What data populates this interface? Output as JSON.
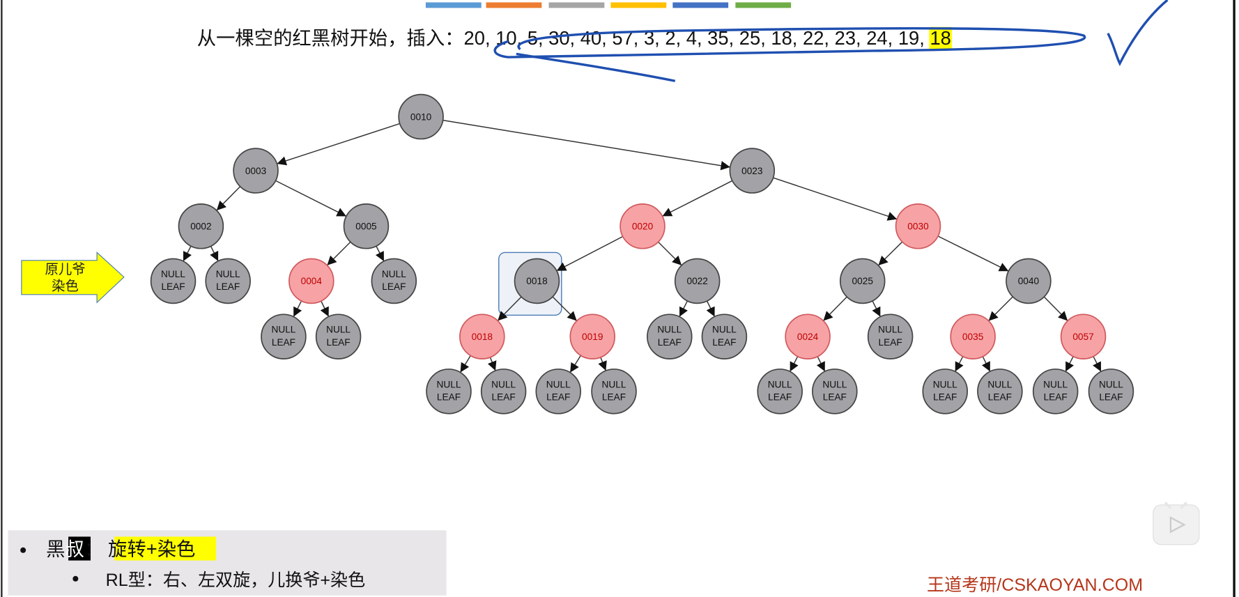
{
  "header": {
    "color_bars": [
      "#5b9bd5",
      "#ed7d31",
      "#a5a5a5",
      "#ffc000",
      "#4472c4",
      "#70ad47"
    ],
    "prompt": "从一棵空的红黑树开始，插入：",
    "sequence": "20, 10, 5, 30, 40, 57, 3, 2, 4, 35, 25, 18, 22, 23, 24, 19, ",
    "current": "18",
    "highlight_color": "#ffff00"
  },
  "callout": {
    "line1": "原儿爷",
    "line2": "染色",
    "color": "#ffff00"
  },
  "tree": {
    "colors": {
      "black": "#a3a2a6",
      "red": "#f7a3a6",
      "red_text": "#c00000"
    },
    "null_line1": "NULL",
    "null_line2": "LEAF",
    "nodes": [
      {
        "label": "0010",
        "color": "black",
        "parent": null
      },
      {
        "label": "0003",
        "color": "black",
        "parent": 0
      },
      {
        "label": "0023",
        "color": "black",
        "parent": 0
      },
      {
        "label": "0002",
        "color": "black",
        "parent": 1
      },
      {
        "label": "0005",
        "color": "black",
        "parent": 1
      },
      {
        "label": "0020",
        "color": "red",
        "parent": 2
      },
      {
        "label": "0030",
        "color": "red",
        "parent": 2
      },
      {
        "label": "NULL",
        "color": "null",
        "parent": 3
      },
      {
        "label": "NULL",
        "color": "null",
        "parent": 3
      },
      {
        "label": "0004",
        "color": "red",
        "parent": 4
      },
      {
        "label": "NULL",
        "color": "null",
        "parent": 4
      },
      {
        "label": "0018",
        "color": "black",
        "parent": 5,
        "selected": true
      },
      {
        "label": "0022",
        "color": "black",
        "parent": 5
      },
      {
        "label": "0025",
        "color": "black",
        "parent": 6
      },
      {
        "label": "0040",
        "color": "black",
        "parent": 6
      },
      {
        "label": "NULL",
        "color": "null",
        "parent": 9
      },
      {
        "label": "NULL",
        "color": "null",
        "parent": 9
      },
      {
        "label": "0018",
        "color": "red",
        "parent": 11
      },
      {
        "label": "0019",
        "color": "red",
        "parent": 11
      },
      {
        "label": "NULL",
        "color": "null",
        "parent": 12
      },
      {
        "label": "NULL",
        "color": "null",
        "parent": 12
      },
      {
        "label": "0024",
        "color": "red",
        "parent": 13
      },
      {
        "label": "NULL",
        "color": "null",
        "parent": 13
      },
      {
        "label": "0035",
        "color": "red",
        "parent": 14
      },
      {
        "label": "0057",
        "color": "red",
        "parent": 14
      },
      {
        "label": "NULL",
        "color": "null",
        "parent": 17
      },
      {
        "label": "NULL",
        "color": "null",
        "parent": 17
      },
      {
        "label": "NULL",
        "color": "null",
        "parent": 18
      },
      {
        "label": "NULL",
        "color": "null",
        "parent": 18
      },
      {
        "label": "NULL",
        "color": "null",
        "parent": 21
      },
      {
        "label": "NULL",
        "color": "null",
        "parent": 21
      },
      {
        "label": "NULL",
        "color": "null",
        "parent": 23
      },
      {
        "label": "NULL",
        "color": "null",
        "parent": 23
      },
      {
        "label": "NULL",
        "color": "null",
        "parent": 24
      },
      {
        "label": "NULL",
        "color": "null",
        "parent": 24
      }
    ]
  },
  "notes": {
    "bullet1_a": "黑",
    "bullet1_b": "叔",
    "bullet1_c": "：",
    "bullet1_d": "旋转+染色",
    "bullet2": "RL型：右、左双旋，儿换爷+染色"
  },
  "watermark": "王道考研/CSKAOYAN.COM"
}
